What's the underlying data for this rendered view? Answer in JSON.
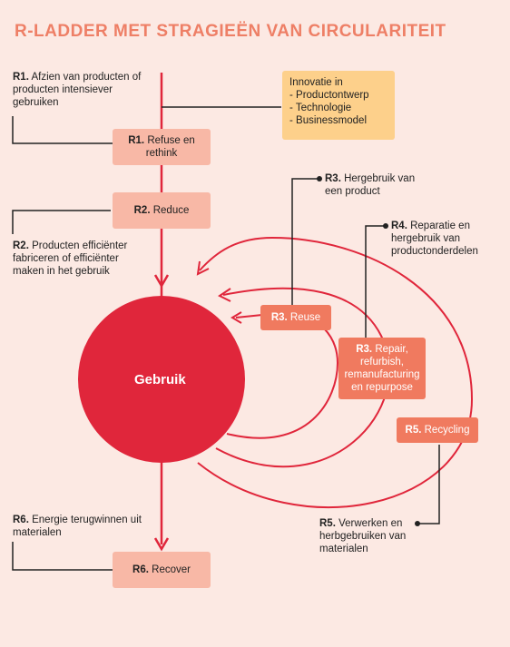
{
  "title": "R-LADDER MET STRAGIEËN VAN CIRCULARITEIT",
  "center": "Gebruik",
  "innovation": {
    "heading": "Innovatie in",
    "items": [
      "- Productontwerp",
      "- Technologie",
      "- Businessmodel"
    ]
  },
  "boxes": {
    "r1": {
      "code": "R1.",
      "label": "Refuse en rethink"
    },
    "r2": {
      "code": "R2.",
      "label": "Reduce"
    },
    "r3": {
      "code": "R3.",
      "label": "Reuse"
    },
    "r3b": {
      "code": "R3.",
      "label": "Repair, refurbish, remanufacturing en repurpose"
    },
    "r5": {
      "code": "R5.",
      "label": "Recycling"
    },
    "r6": {
      "code": "R6.",
      "label": "Recover"
    }
  },
  "notes": {
    "r1": {
      "code": "R1.",
      "text": "Afzien van producten of producten intensiever gebruiken"
    },
    "r2": {
      "code": "R2.",
      "text": "Producten efficiënter fabriceren of efficiënter maken in het gebruik"
    },
    "r3": {
      "code": "R3.",
      "text": "Hergebruik van een product"
    },
    "r4": {
      "code": "R4.",
      "text": "Reparatie en hergebruik van productonderdelen"
    },
    "r5": {
      "code": "R5.",
      "text": "Verwerken en herbgebruiken van materialen"
    },
    "r6": {
      "code": "R6.",
      "text": "Energie terugwinnen uit materialen"
    }
  },
  "colors": {
    "red": "#e0263b",
    "salmon_light": "#f8b8a6",
    "salmon": "#f07a5f",
    "yellow": "#fdd08b",
    "title": "#ee7f66",
    "background": "#fce9e3"
  }
}
